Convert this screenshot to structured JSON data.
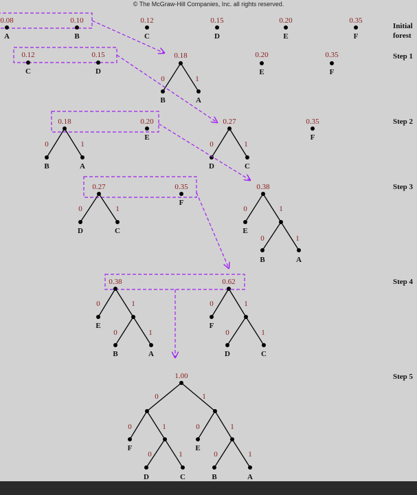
{
  "copyright": "© The McGraw-Hill Companies, Inc. all rights reserved.",
  "steps": {
    "initial": [
      "Initial",
      "forest"
    ],
    "step1": "Step 1",
    "step2": "Step 2",
    "step3": "Step 3",
    "step4": "Step 4",
    "step5": "Step 5"
  },
  "initial": {
    "A": {
      "w": "0.08",
      "s": "A"
    },
    "B": {
      "w": "0.10",
      "s": "B"
    },
    "C": {
      "w": "0.12",
      "s": "C"
    },
    "D": {
      "w": "0.15",
      "s": "D"
    },
    "E": {
      "w": "0.20",
      "s": "E"
    },
    "F": {
      "w": "0.35",
      "s": "F"
    }
  },
  "step1": {
    "C": {
      "w": "0.12",
      "s": "C"
    },
    "D": {
      "w": "0.15",
      "s": "D"
    },
    "T": {
      "w": "0.18",
      "l": "B",
      "r": "A"
    },
    "E": {
      "w": "0.20",
      "s": "E"
    },
    "F": {
      "w": "0.35",
      "s": "F"
    }
  },
  "step2": {
    "T1": {
      "w": "0.18",
      "l": "B",
      "r": "A"
    },
    "E": {
      "w": "0.20",
      "s": "E"
    },
    "T2": {
      "w": "0.27",
      "l": "D",
      "r": "C"
    },
    "F": {
      "w": "0.35",
      "s": "F"
    }
  },
  "step3": {
    "T1": {
      "w": "0.27",
      "l": "D",
      "r": "C"
    },
    "F": {
      "w": "0.35",
      "s": "F"
    },
    "T2": {
      "w": "0.38",
      "l": "E",
      "rl": "B",
      "rr": "A"
    }
  },
  "step4": {
    "T1": {
      "w": "0.38",
      "l": "E",
      "rl": "B",
      "rr": "A"
    },
    "T2": {
      "w": "0.62",
      "l": "F",
      "rl": "D",
      "rr": "C"
    }
  },
  "step5": {
    "w": "1.00",
    "leaves": [
      "F",
      "B",
      "A",
      "E",
      "D",
      "C"
    ]
  },
  "bits": {
    "zero": "0",
    "one": "1"
  },
  "colors": {
    "bg": "#d2d2d2",
    "weight": "#8b1a1a",
    "arrow": "#a020f0",
    "edge": "#000000"
  }
}
